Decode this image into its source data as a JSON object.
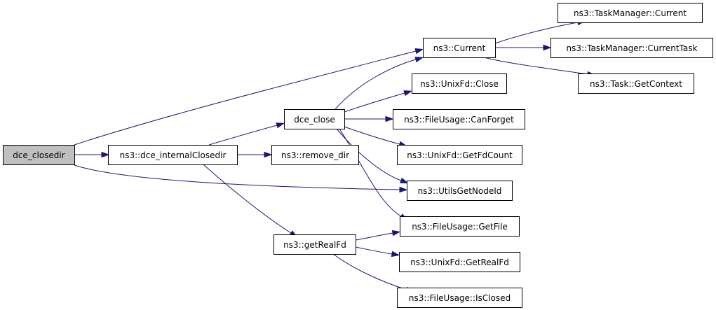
{
  "graph": {
    "root_fill": "#bfbfbf",
    "node_fill": "#ffffff",
    "edge_color": "#191970",
    "nodes": [
      {
        "id": "n0",
        "label": "dce_closedir"
      },
      {
        "id": "n1",
        "label": "ns3::dce_internalClosedir"
      },
      {
        "id": "n2",
        "label": "dce_close"
      },
      {
        "id": "n3",
        "label": "ns3::remove_dir"
      },
      {
        "id": "n4",
        "label": "ns3::getRealFd"
      },
      {
        "id": "n5",
        "label": "ns3::Current"
      },
      {
        "id": "n6",
        "label": "ns3::UnixFd::Close"
      },
      {
        "id": "n7",
        "label": "ns3::FileUsage::CanForget"
      },
      {
        "id": "n8",
        "label": "ns3::UnixFd::GetFdCount"
      },
      {
        "id": "n9",
        "label": "ns3::UtilsGetNodeId"
      },
      {
        "id": "n10",
        "label": "ns3::FileUsage::GetFile"
      },
      {
        "id": "n11",
        "label": "ns3::UnixFd::GetRealFd"
      },
      {
        "id": "n12",
        "label": "ns3::FileUsage::IsClosed"
      },
      {
        "id": "n13",
        "label": "ns3::TaskManager::Current"
      },
      {
        "id": "n14",
        "label": "ns3::TaskManager::CurrentTask"
      },
      {
        "id": "n15",
        "label": "ns3::Task::GetContext"
      }
    ],
    "edges": [
      {
        "from": "n0",
        "to": "n1"
      },
      {
        "from": "n0",
        "to": "n5"
      },
      {
        "from": "n0",
        "to": "n9"
      },
      {
        "from": "n1",
        "to": "n2"
      },
      {
        "from": "n1",
        "to": "n3"
      },
      {
        "from": "n1",
        "to": "n4"
      },
      {
        "from": "n2",
        "to": "n5"
      },
      {
        "from": "n2",
        "to": "n6"
      },
      {
        "from": "n2",
        "to": "n7"
      },
      {
        "from": "n2",
        "to": "n8"
      },
      {
        "from": "n2",
        "to": "n9"
      },
      {
        "from": "n2",
        "to": "n10"
      },
      {
        "from": "n4",
        "to": "n10"
      },
      {
        "from": "n4",
        "to": "n11"
      },
      {
        "from": "n4",
        "to": "n12"
      },
      {
        "from": "n5",
        "to": "n13"
      },
      {
        "from": "n5",
        "to": "n14"
      },
      {
        "from": "n5",
        "to": "n15"
      }
    ]
  }
}
